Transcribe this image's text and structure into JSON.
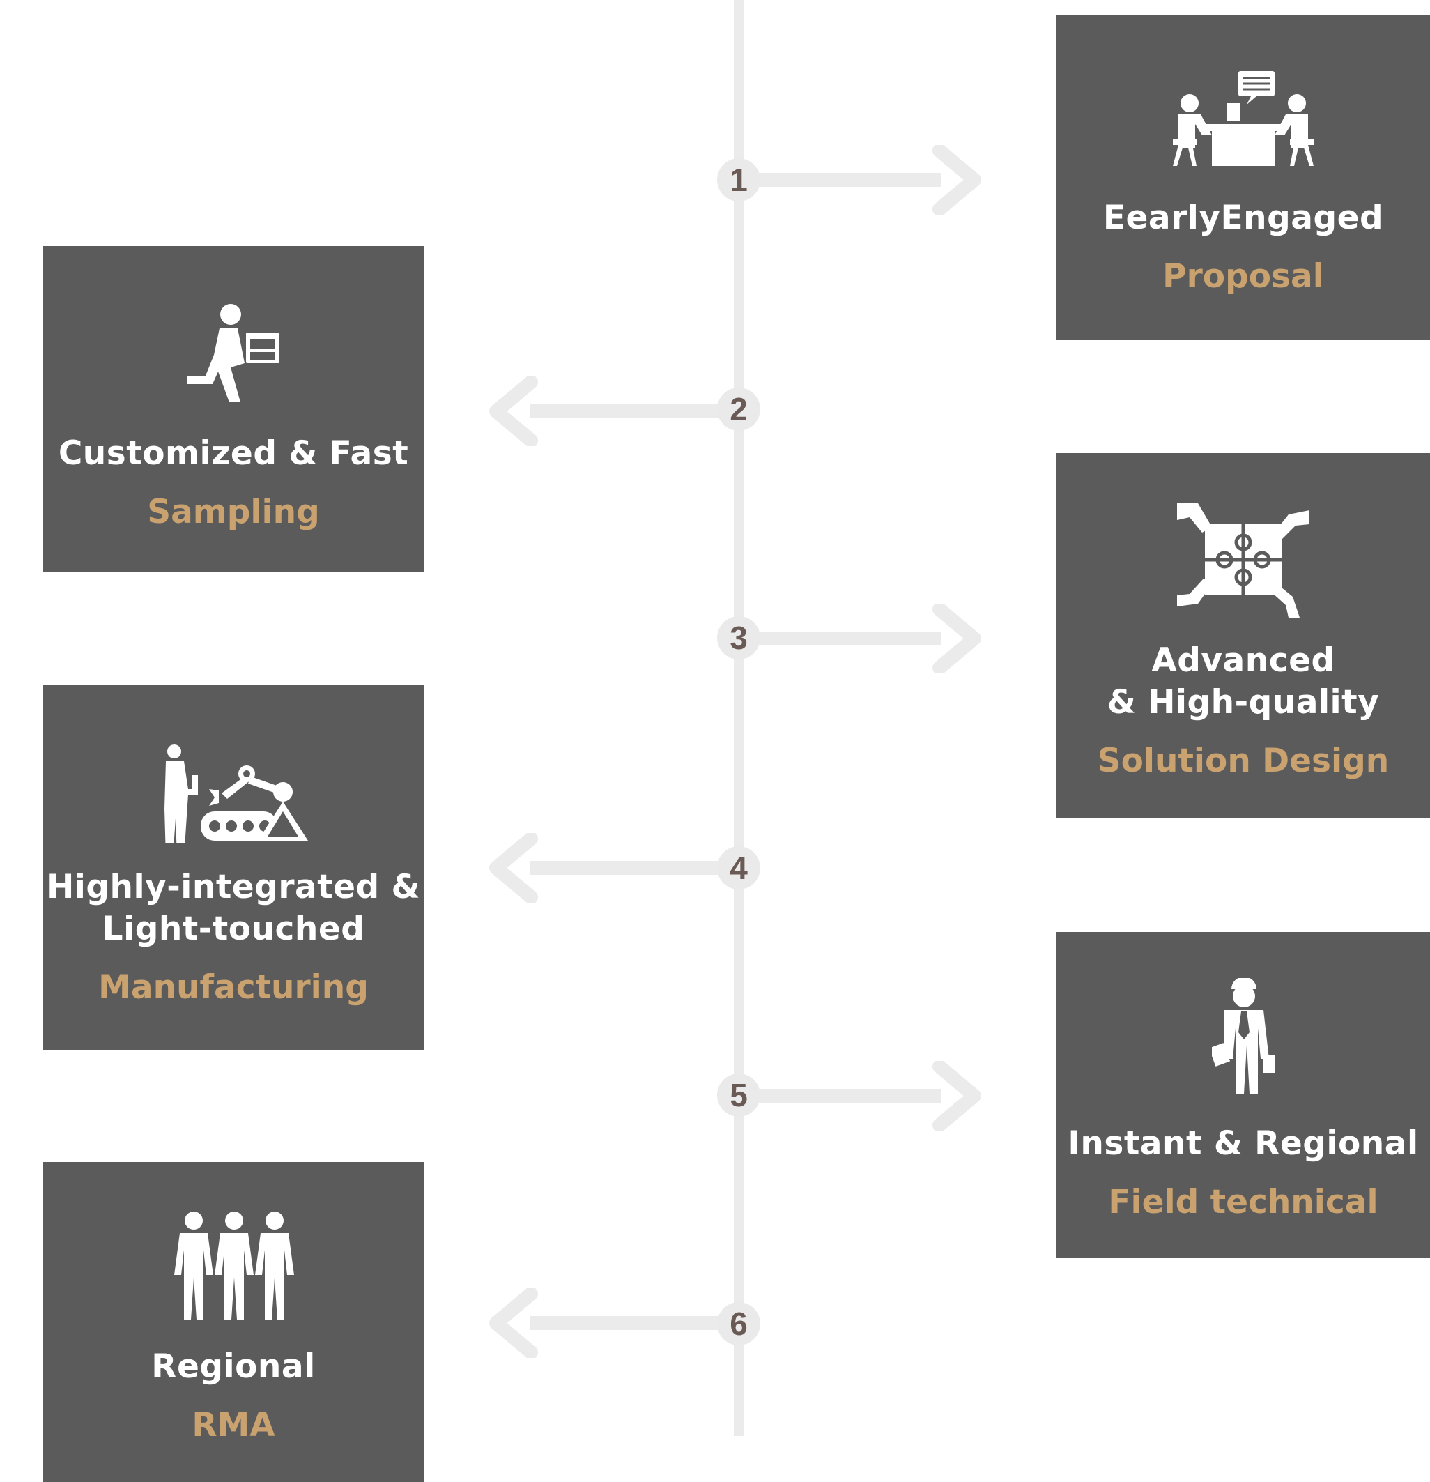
{
  "steps": [
    {
      "number": "1",
      "title": "EearlyEngaged",
      "subtitle": "Proposal",
      "icon": "meeting-icon",
      "side": "right"
    },
    {
      "number": "2",
      "title": "Customized & Fast",
      "subtitle": "Sampling",
      "icon": "delivery-person-icon",
      "side": "left"
    },
    {
      "number": "3",
      "title": "Advanced\n& High-quality",
      "subtitle": "Solution Design",
      "icon": "puzzle-hands-icon",
      "side": "right"
    },
    {
      "number": "4",
      "title": "Highly-integrated &\nLight-touched",
      "subtitle": "Manufacturing",
      "icon": "factory-robot-icon",
      "side": "left"
    },
    {
      "number": "5",
      "title": "Instant & Regional",
      "subtitle": "Field technical",
      "icon": "engineer-icon",
      "side": "right"
    },
    {
      "number": "6",
      "title": "Regional",
      "subtitle": "RMA",
      "icon": "team-icon",
      "side": "left"
    }
  ],
  "colors": {
    "card_background": "#5b5b5c",
    "title_text": "#ffffff",
    "subtitle_text": "#c9a26f",
    "connector": "#ebebeb",
    "step_number": "#6a5a55"
  }
}
